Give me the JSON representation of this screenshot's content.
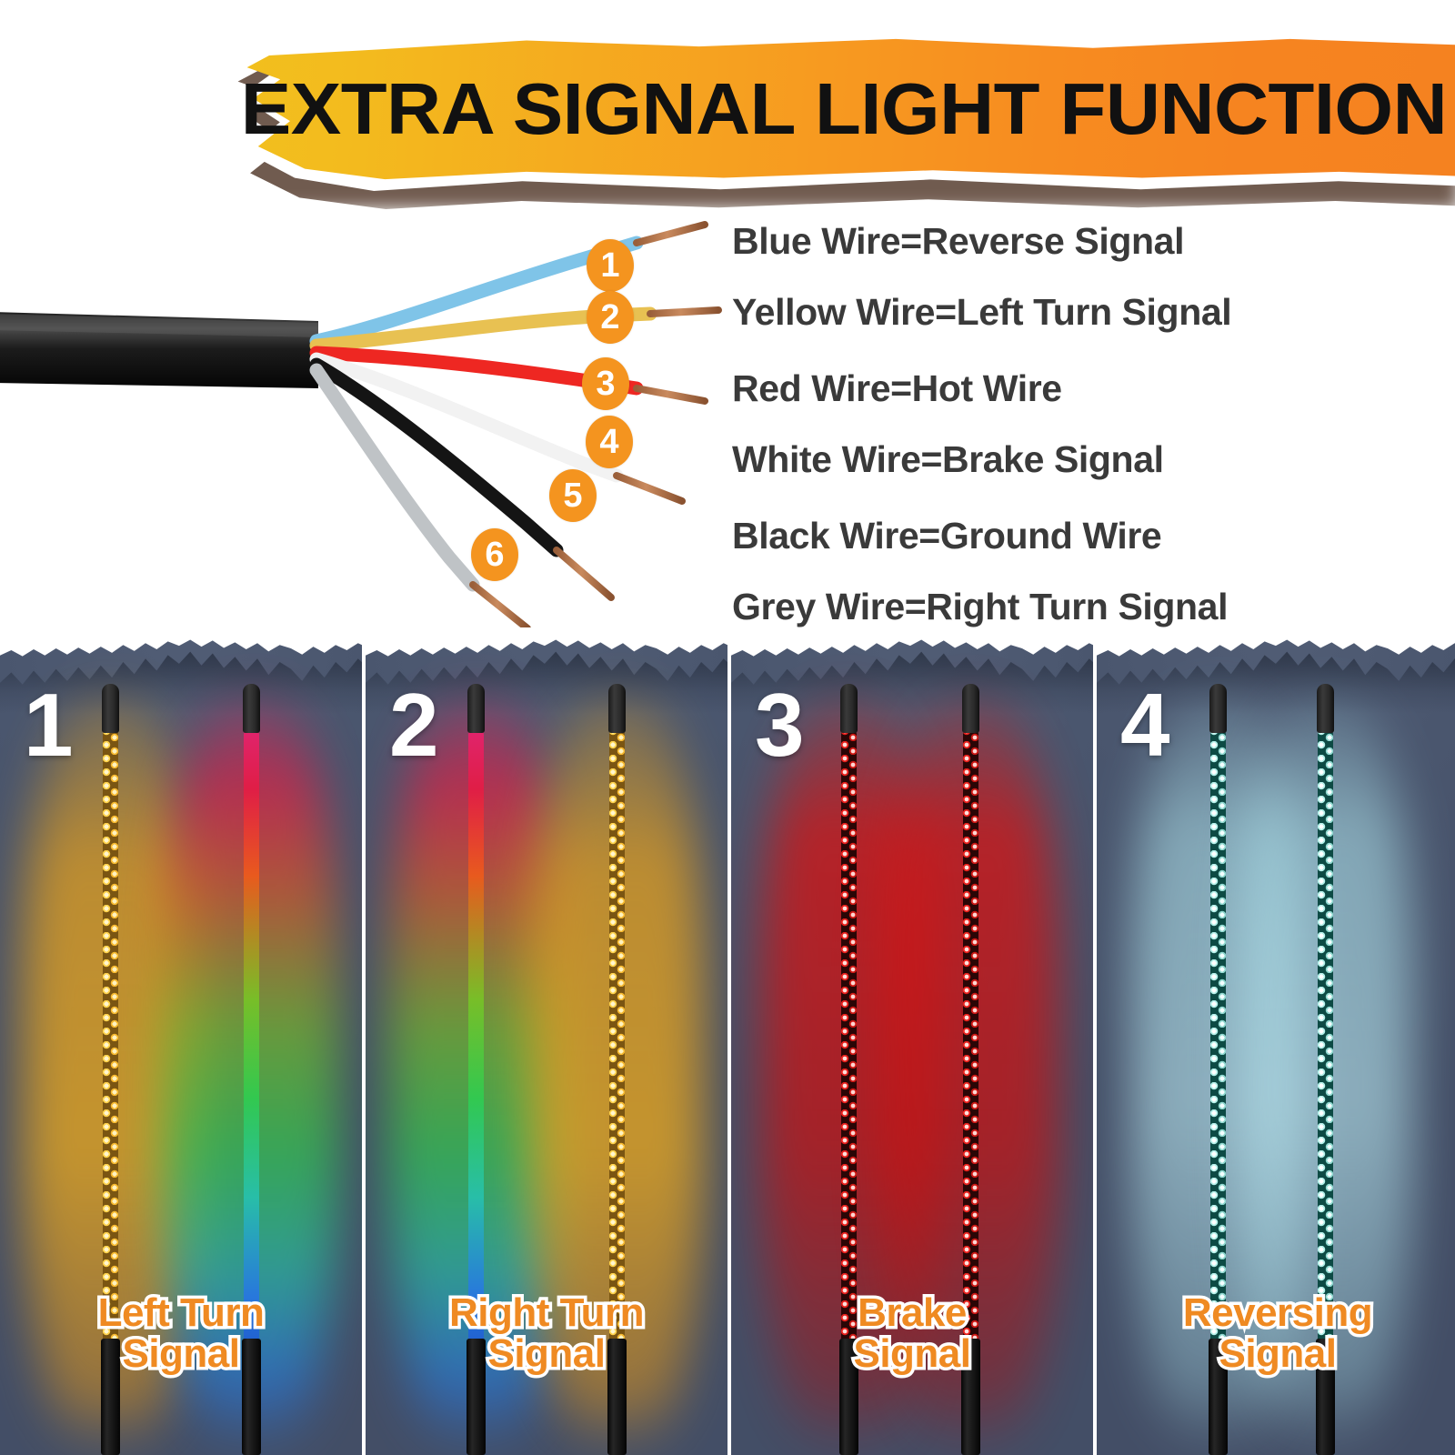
{
  "banner": {
    "title": "EXTRA SIGNAL LIGHT FUNCTION",
    "color_left": "#F2C01D",
    "color_right": "#F58220"
  },
  "wire_diagram": {
    "cable_label": "black-cable-sheath",
    "badge_color": "#F4941F",
    "wires": [
      {
        "number": "1",
        "name": "Blue Wire",
        "color": "#7FC4E8"
      },
      {
        "number": "2",
        "name": "Yellow Wire",
        "color": "#E8C152"
      },
      {
        "number": "3",
        "name": "Red Wire",
        "color": "#EE2722"
      },
      {
        "number": "4",
        "name": "White Wire",
        "color": "#F2F2F2"
      },
      {
        "number": "5",
        "name": "Black Wire",
        "color": "#141414"
      },
      {
        "number": "6",
        "name": "Grey Wire",
        "color": "#BFC3C6"
      }
    ]
  },
  "legend": {
    "items": [
      "Blue Wire=Reverse Signal",
      "Yellow Wire=Left Turn Signal",
      "Red Wire=Hot Wire",
      "White Wire=Brake Signal",
      "Black Wire=Ground Wire",
      "Grey Wire=Right Turn Signal"
    ]
  },
  "panels": {
    "accent_color": "#EF8A22",
    "background_color": "#46516A",
    "items": [
      {
        "number": "1",
        "caption_line1": "Left Turn",
        "caption_line2": "Signal",
        "whips": [
          {
            "position": "left",
            "mode": "amber-solid",
            "glow": "#E8A21C"
          },
          {
            "position": "right",
            "mode": "rgb-chase",
            "glow": "#3CC24B"
          }
        ]
      },
      {
        "number": "2",
        "caption_line1": "Right Turn",
        "caption_line2": "Signal",
        "whips": [
          {
            "position": "left",
            "mode": "rgb-chase",
            "glow": "#3CC24B"
          },
          {
            "position": "right",
            "mode": "amber-solid",
            "glow": "#E8A21C"
          }
        ]
      },
      {
        "number": "3",
        "caption_line1": "Brake",
        "caption_line2": "Signal",
        "whips": [
          {
            "position": "left",
            "mode": "red-solid",
            "glow": "#D31C1C"
          },
          {
            "position": "right",
            "mode": "red-solid",
            "glow": "#D31C1C"
          }
        ]
      },
      {
        "number": "4",
        "caption_line1": "Reversing",
        "caption_line2": "Signal",
        "whips": [
          {
            "position": "left",
            "mode": "teal-white",
            "glow": "#9FD8E4"
          },
          {
            "position": "right",
            "mode": "teal-white",
            "glow": "#9FD8E4"
          }
        ]
      }
    ]
  }
}
